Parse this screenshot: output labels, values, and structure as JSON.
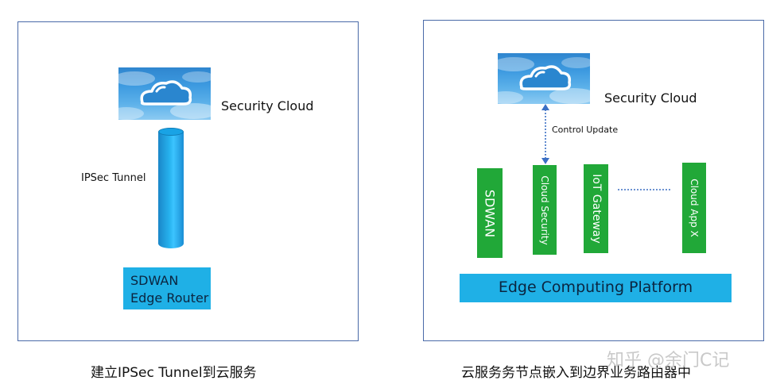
{
  "left_panel": {
    "cloud_label": "Security Cloud",
    "tunnel_label": "IPSec Tunnel",
    "router_line1": "SDWAN",
    "router_line2": "Edge Router",
    "caption": "建立IPSec Tunnel到云服务"
  },
  "right_panel": {
    "cloud_label": "Security Cloud",
    "control_label": "Control  Update",
    "apps": [
      "SDWAN",
      "Cloud Security",
      "IoT Gateway",
      "Cloud App X"
    ],
    "platform_label": "Edge Computing Platform",
    "caption": "云服务务节点嵌入到边界业务路由器中"
  },
  "watermark": "知乎 @余门C记",
  "colors": {
    "panel_border": "#4a6aa8",
    "tunnel_blue": "#27b3ef",
    "box_blue": "#1fb0e6",
    "app_green": "#21a838",
    "arrow_blue": "#3b6fc4"
  },
  "icons": {
    "cloud": "cloud-icon"
  }
}
